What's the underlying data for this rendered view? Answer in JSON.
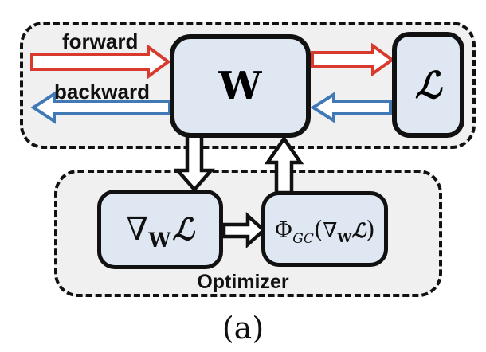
{
  "diagram": {
    "caption": "(a)",
    "colors": {
      "red": "#d93a2e",
      "blue": "#4079b5",
      "box_fill": "#dfe8f2",
      "container_fill": "#f0f0f1",
      "border": "#111111"
    },
    "training_loop": {
      "forward_label": "forward",
      "backward_label": "backward",
      "weight_box_label": "W",
      "loss_box_label": "ℒ"
    },
    "optimizer": {
      "label": "Optimizer",
      "gradient_box": {
        "nabla": "∇",
        "sub": "W",
        "script_l": "ℒ"
      },
      "gc_box": {
        "phi": "Φ",
        "sub": "GC",
        "open_paren": "(",
        "nabla": "∇",
        "sub_w": "W",
        "script_l": "ℒ",
        "close_paren": ")"
      }
    }
  }
}
